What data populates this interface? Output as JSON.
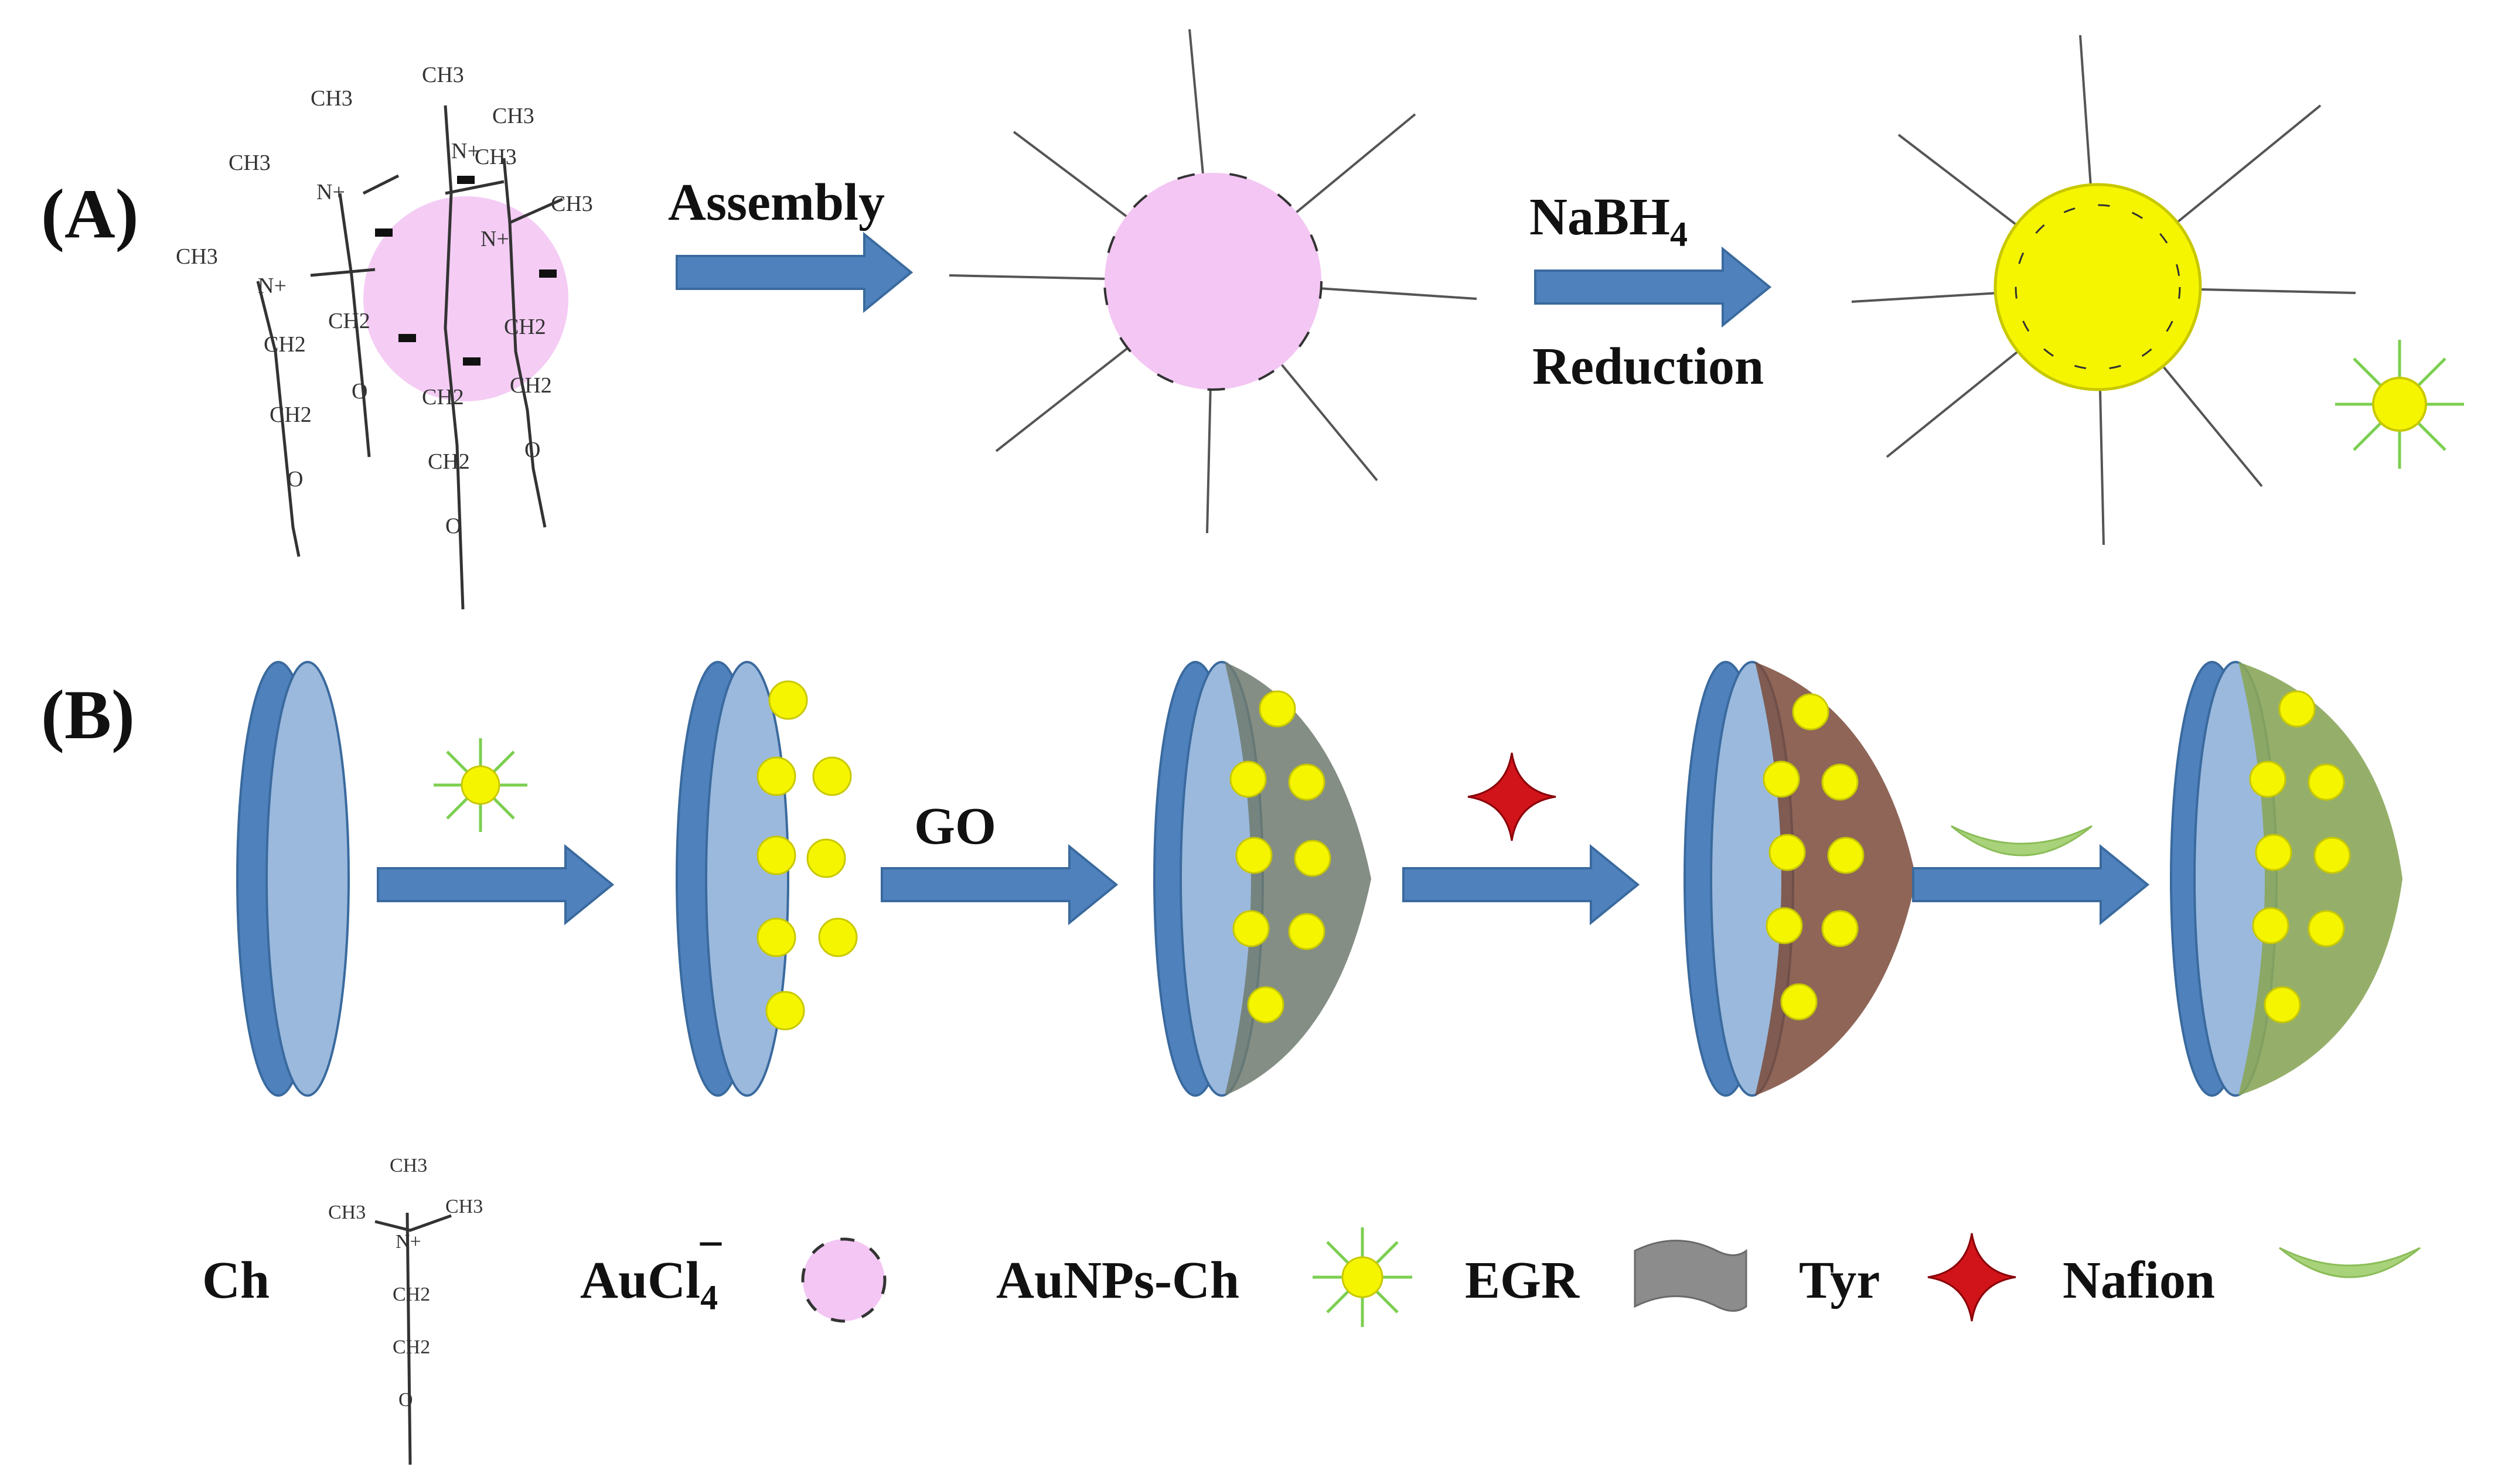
{
  "panels": {
    "a_label": "(A)",
    "b_label": "(B)"
  },
  "row_a": {
    "step1": "Assembly",
    "step2_top": "NaBH",
    "step2_top_sub": "4",
    "step2_bottom": "Reduction"
  },
  "row_b": {
    "go_label": "GO"
  },
  "legend": {
    "ch": "Ch",
    "aucl": "AuCl",
    "aucl_sub": "4",
    "aucl_sup": "−",
    "aunps": "AuNPs-Ch",
    "egr": "EGR",
    "tyr": "Tyr",
    "nafion": "Nafion"
  },
  "chem_labels": {
    "ch3": "CH3",
    "ch2": "CH2",
    "n": "N+",
    "o": "O"
  },
  "colors": {
    "arrow_blue": "#4f81bd",
    "electrode_blue": "#4f81bd",
    "electrode_face": "#9bb9dd",
    "aucl_pink": "#f3c6f3",
    "au_yellow": "#f5f500",
    "ligand_green": "#7ccf50",
    "tyr_red": "#d0141a",
    "nafion_green": "#a8d37a",
    "egr_gray": "#8c8c8c"
  }
}
